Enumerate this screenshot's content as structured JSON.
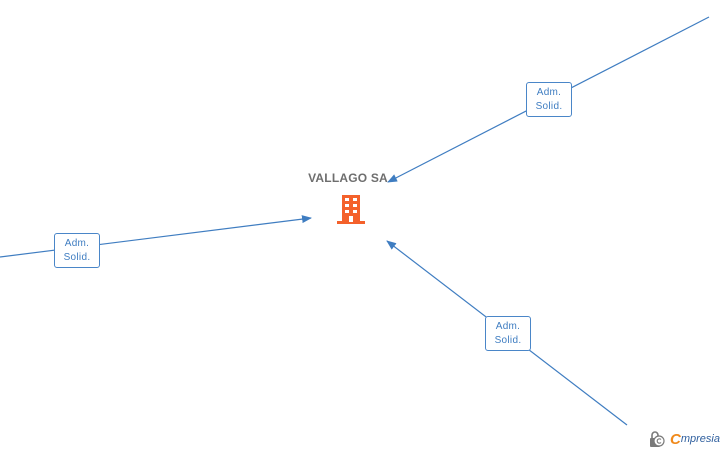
{
  "company": {
    "name": "VALLAGO SA",
    "icon": "building-icon",
    "icon_color": "#f4612b"
  },
  "relations": [
    {
      "line1": "Adm.",
      "line2": "Solid."
    },
    {
      "line1": "Adm.",
      "line2": "Solid."
    },
    {
      "line1": "Adm.",
      "line2": "Solid."
    }
  ],
  "edge_color": "#3f7dc1",
  "watermark": {
    "first_letter": "C",
    "rest": "mpresia",
    "icon": "copyright-lock-icon"
  }
}
